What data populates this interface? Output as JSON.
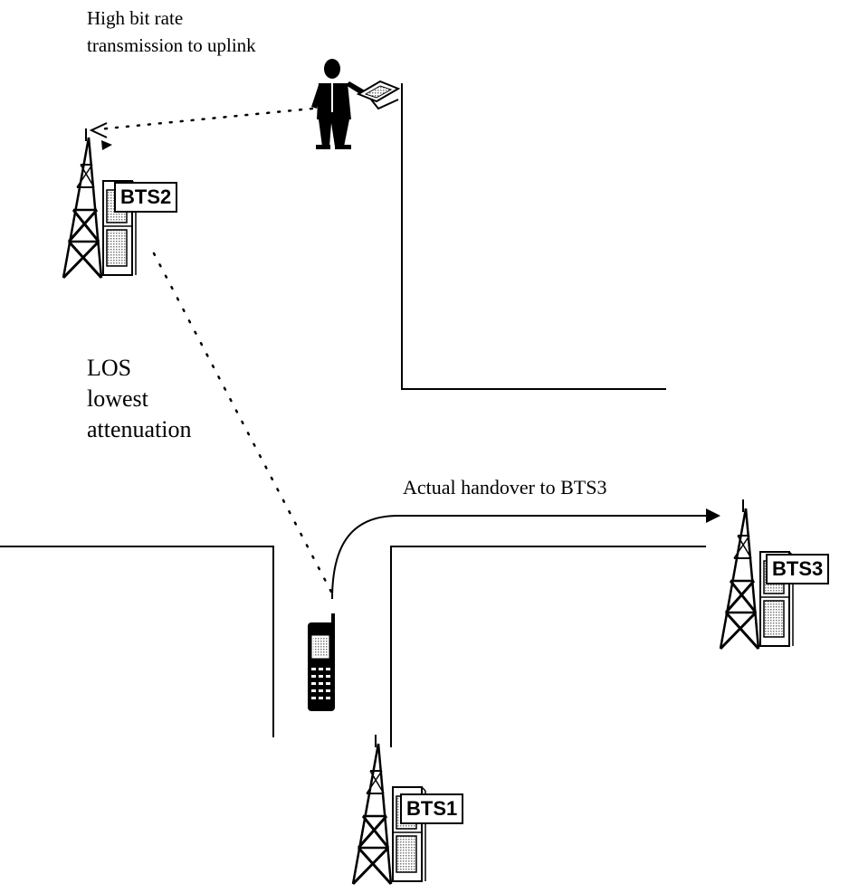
{
  "annotations": {
    "uplink_line1": "High bit rate",
    "uplink_line2": "transmission to uplink",
    "los_line1": "LOS",
    "los_line2": "lowest",
    "los_line3": "attenuation",
    "handover": "Actual handover to BTS3"
  },
  "stations": {
    "bts1": "BTS1",
    "bts2": "BTS2",
    "bts3": "BTS3"
  },
  "icons": {
    "person": "person-with-laptop-icon",
    "phone": "mobile-phone-icon",
    "tower": "cell-tower-icon"
  },
  "colors": {
    "line": "#000000",
    "fill": "#d0d0d0",
    "background": "#ffffff"
  }
}
